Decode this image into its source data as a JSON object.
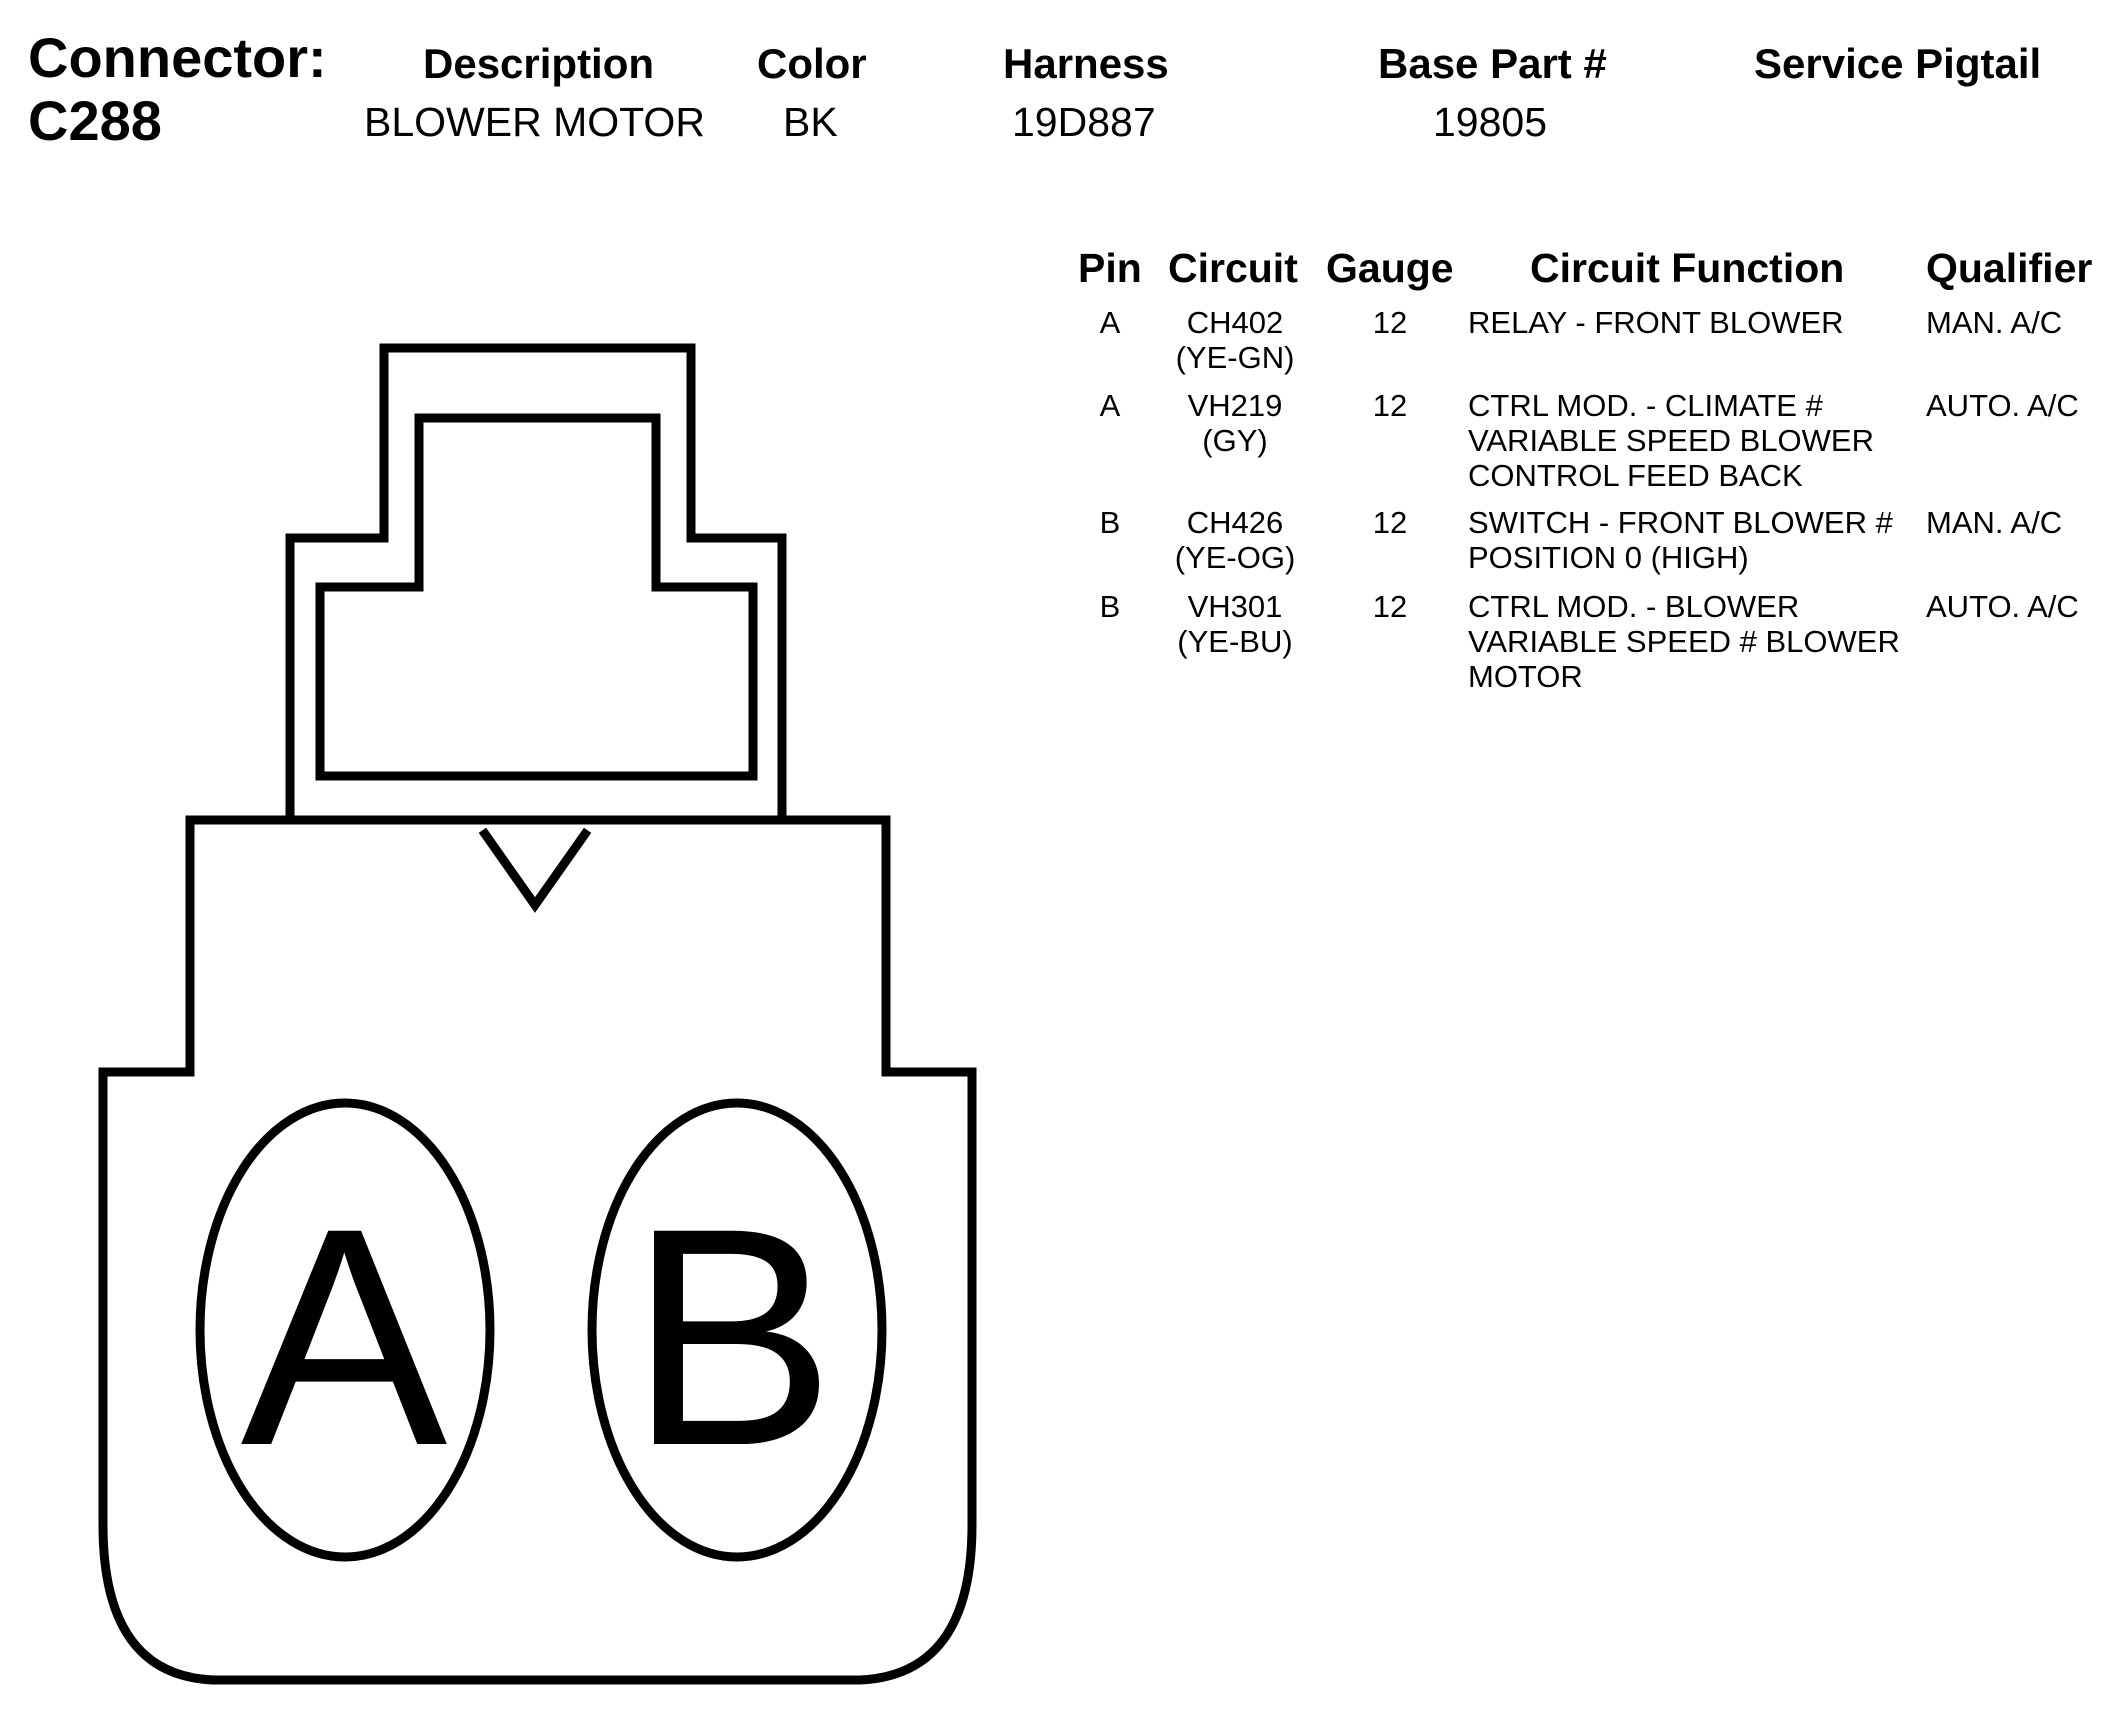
{
  "header": {
    "connector_label": "Connector:",
    "connector_id": "C288",
    "columns": {
      "description": "Description",
      "color": "Color",
      "harness": "Harness",
      "base_part": "Base Part #",
      "service_pigtail": "Service Pigtail"
    },
    "values": {
      "description": "BLOWER MOTOR",
      "color": "BK",
      "harness": "19D887",
      "base_part": "19805",
      "service_pigtail": ""
    }
  },
  "pin_table": {
    "headers": {
      "pin": "Pin",
      "circuit": "Circuit",
      "gauge": "Gauge",
      "function": "Circuit Function",
      "qualifier": "Qualifier"
    },
    "rows": [
      {
        "pin": "A",
        "circuit": "CH402\n(YE-GN)",
        "gauge": "12",
        "function": "RELAY - FRONT BLOWER",
        "qualifier": "MAN. A/C"
      },
      {
        "pin": "A",
        "circuit": "VH219\n(GY)",
        "gauge": "12",
        "function": "CTRL MOD. - CLIMATE #\nVARIABLE SPEED BLOWER\nCONTROL FEED BACK",
        "qualifier": "AUTO. A/C"
      },
      {
        "pin": "B",
        "circuit": "CH426\n(YE-OG)",
        "gauge": "12",
        "function": "SWITCH - FRONT BLOWER #\nPOSITION 0 (HIGH)",
        "qualifier": "MAN. A/C"
      },
      {
        "pin": "B",
        "circuit": "VH301\n(YE-BU)",
        "gauge": "12",
        "function": "CTRL MOD. - BLOWER\nVARIABLE SPEED # BLOWER\nMOTOR",
        "qualifier": "AUTO. A/C"
      }
    ]
  },
  "connector_face": {
    "pins": [
      "A",
      "B"
    ]
  }
}
